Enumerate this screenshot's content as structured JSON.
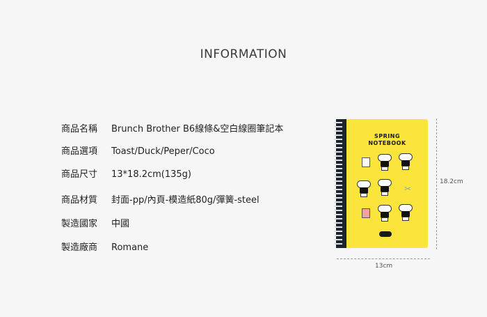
{
  "title": "INFORMATION",
  "specs": [
    {
      "label": "商品名稱",
      "value": "Brunch Brother B6線條&空白線圈筆記本"
    },
    {
      "label": "商品選項",
      "value": "Toast/Duck/Peper/Coco"
    },
    {
      "label": "商品尺寸",
      "value": "13*18.2cm(135g)"
    },
    {
      "label": "商品材質",
      "value": "封面-pp/內頁-模造紙80g/彈簧-steel"
    },
    {
      "label": "製造國家",
      "value": "中國"
    },
    {
      "label": "製造廠商",
      "value": "Romane"
    }
  ],
  "notebook": {
    "line1": "SPRING",
    "line2": "NOTEBOOK",
    "cover_color": "#fbe53c"
  },
  "dimensions": {
    "height": "18.2cm",
    "width": "13cm"
  }
}
